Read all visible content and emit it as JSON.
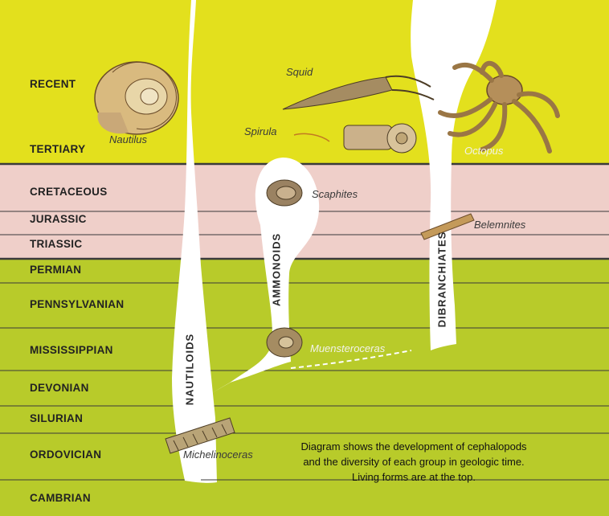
{
  "periods": [
    {
      "label": "RECENT"
    },
    {
      "label": "TERTIARY"
    },
    {
      "label": "CRETACEOUS"
    },
    {
      "label": "JURASSIC"
    },
    {
      "label": "TRIASSIC"
    },
    {
      "label": "PERMIAN"
    },
    {
      "label": "PENNSYLVANIAN"
    },
    {
      "label": "MISSISSIPPIAN"
    },
    {
      "label": "DEVONIAN"
    },
    {
      "label": "SILURIAN"
    },
    {
      "label": "ORDOVICIAN"
    },
    {
      "label": "CAMBRIAN"
    }
  ],
  "groups": {
    "nautiloids": "NAUTILOIDS",
    "ammonoids": "AMMONOIDS",
    "dibranchiates": "DIBRANCHIATES"
  },
  "species": {
    "nautilus": "Nautilus",
    "squid": "Squid",
    "spirula": "Spirula",
    "octopus": "Octopus",
    "scaphites": "Scaphites",
    "belemnites": "Belemnites",
    "muensteroceras": "Muensteroceras",
    "michelinoceras": "Michelinoceras"
  },
  "caption": "Diagram shows the development of cephalopods and the diversity of each group in geologic time. Living forms are at the top.",
  "colors": {
    "cenozoic": "#e3e01d",
    "mesozoic": "#efcfc9",
    "paleozoic": "#b8cb2a",
    "branch": "#ffffff"
  }
}
